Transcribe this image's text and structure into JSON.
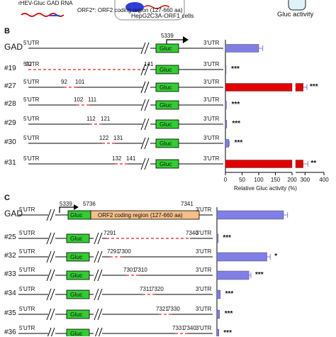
{
  "top": {
    "rna_label": "rHEV-Gluc GAD RNA",
    "orf2_note": "ORF2*: ORF2 coding region (127-660 aa)",
    "cells_label": "HepG2C3A-ORF1 cells",
    "activity_label": "Gluc activity"
  },
  "panelB": {
    "letter": "B",
    "start_pos": "5339",
    "gluc": "Gluc",
    "utr5": "5'UTR",
    "utr3": "3'UTR",
    "rows": [
      {
        "name": "GAD",
        "d1": "",
        "d2": "",
        "sig": ""
      },
      {
        "name": "#19",
        "d1": "92",
        "d2": "141",
        "sig": "***"
      },
      {
        "name": "#27",
        "d1": "92",
        "d2": "101",
        "sig": "***"
      },
      {
        "name": "#28",
        "d1": "102",
        "d2": "111",
        "sig": "***"
      },
      {
        "name": "#29",
        "d1": "112",
        "d2": "121",
        "sig": "***"
      },
      {
        "name": "#30",
        "d1": "122",
        "d2": "131",
        "sig": "***"
      },
      {
        "name": "#31",
        "d1": "132",
        "d2": "141",
        "sig": "**"
      }
    ],
    "xticks": [
      "0",
      "50",
      "100",
      "150",
      "200",
      "300",
      "400"
    ],
    "xlabel": "Relative Gluc activity (%)"
  },
  "panelC": {
    "letter": "C",
    "pos1": "5339",
    "pos2": "5736",
    "pos3": "7341",
    "gluc": "Gluc",
    "orf2_box": "ORF2 coding region (127-660 aa)",
    "utr5": "5'UTR",
    "utr3": "3'UTR",
    "rows": [
      {
        "name": "GAD",
        "d1": "",
        "d2": "",
        "sig": ""
      },
      {
        "name": "#25",
        "d1": "7291",
        "d2": "7340",
        "sig": "***"
      },
      {
        "name": "#32",
        "d1": "7291",
        "d2": "7300",
        "sig": "*"
      },
      {
        "name": "#33",
        "d1": "7301",
        "d2": "7310",
        "sig": "***"
      },
      {
        "name": "#34",
        "d1": "7311",
        "d2": "7320",
        "sig": "***"
      },
      {
        "name": "#35",
        "d1": "7321",
        "d2": "7330",
        "sig": "***"
      },
      {
        "name": "#36",
        "d1": "7331",
        "d2": "7340",
        "sig": "***"
      }
    ]
  },
  "chart_data": [
    {
      "type": "bar",
      "orientation": "horizontal",
      "panel": "B",
      "categories": [
        "GAD",
        "#19",
        "#27",
        "#28",
        "#29",
        "#30",
        "#31"
      ],
      "values": [
        100,
        2,
        290,
        3,
        4,
        10,
        290
      ],
      "errors": [
        12,
        0.5,
        20,
        0.5,
        1,
        2,
        25
      ],
      "colors": [
        "#7f7fe6",
        "#7f7fe6",
        "#e00000",
        "#7f7fe6",
        "#7f7fe6",
        "#7f7fe6",
        "#e00000"
      ],
      "significance": [
        "",
        "***",
        "***",
        "***",
        "***",
        "***",
        "**"
      ],
      "xlabel": "Relative Gluc activity (%)",
      "xticks": [
        0,
        50,
        100,
        150,
        200,
        300,
        400
      ],
      "axis_break": [
        200,
        250
      ]
    },
    {
      "type": "bar",
      "orientation": "horizontal",
      "panel": "C",
      "categories": [
        "GAD",
        "#25",
        "#32",
        "#33",
        "#34",
        "#35",
        "#36"
      ],
      "values": [
        100,
        2,
        75,
        48,
        5,
        4,
        3
      ],
      "errors": [
        6,
        0.5,
        5,
        3,
        1,
        1,
        0.5
      ],
      "colors": [
        "#7f7fe6",
        "#7f7fe6",
        "#7f7fe6",
        "#7f7fe6",
        "#7f7fe6",
        "#7f7fe6",
        "#7f7fe6"
      ],
      "significance": [
        "",
        "***",
        "*",
        "***",
        "***",
        "***",
        "***"
      ]
    }
  ]
}
